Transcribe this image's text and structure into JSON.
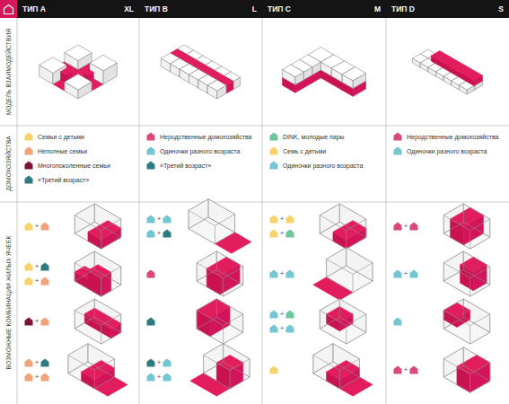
{
  "diagram": {
    "nodes": [
      {
        "text": [
          "ТИП A",
          "XL"
        ]
      },
      {
        "text": [
          "ТИП B",
          "L"
        ]
      },
      {
        "text": [
          "ТИП C",
          "M"
        ]
      },
      {
        "text": [
          "ТИП D",
          "S"
        ]
      }
    ],
    "labels": [
      "МОДЕЛЬ ВЗАИМОДЕЙСТВИЯ",
      "ДОМОХОЗЯЙСТВА",
      "ВОЗМОЖНЫЕ КОМБИНАЦИИ ЖИЛЫХ ЯЧЕЕК",
      "+",
      "+",
      "+",
      "+",
      "+",
      "+",
      "+",
      "+",
      "+",
      "+",
      "+",
      "+",
      "+",
      "+",
      "+",
      "+",
      "+",
      "+"
    ],
    "legend": [
      {
        "text": "Семьи с детьми",
        "color": "#f6d46b"
      },
      {
        "text": "Неполные семьи",
        "color": "#f2a37b"
      },
      {
        "text": "Многопоколенные семьи",
        "color": "#7b1238"
      },
      {
        "text": "«Третий возраст»",
        "color": "#2e7c80"
      },
      {
        "text": "Неродственные домохозяйства",
        "color": "#d94a7a"
      },
      {
        "text": "Одиночки разного возраста",
        "color": "#74c6d3"
      },
      {
        "text": "«Третий возраст»",
        "color": "#2e7c80"
      },
      {
        "text": "DINK, молодые пары",
        "color": "#6ec79b"
      },
      {
        "text": "Семь с детьми",
        "color": "#f6d46b"
      },
      {
        "text": "Одиночки разного возраста",
        "color": "#74c6d3"
      },
      {
        "text": "Неродственные домохозяйства",
        "color": "#d94a7a"
      },
      {
        "text": "Одиночки разного возраста",
        "color": "#74c6d3"
      }
    ]
  }
}
